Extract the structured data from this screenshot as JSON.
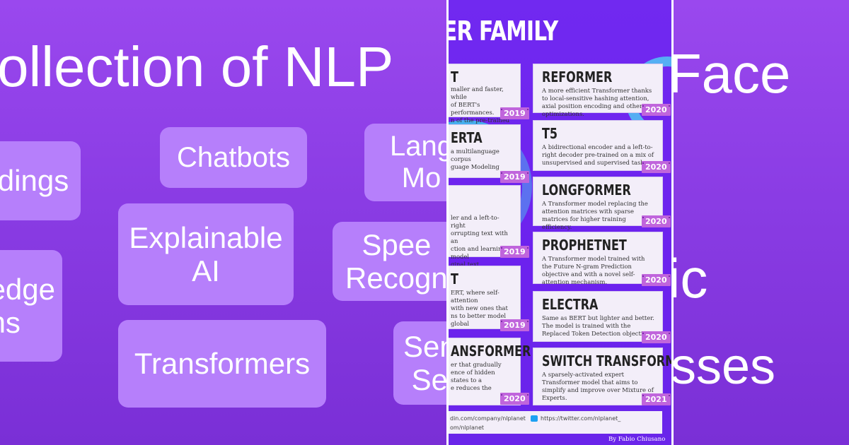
{
  "background": {
    "headline": "ollection of NLP",
    "right_fragments": [
      "Face",
      "ic",
      "sses"
    ],
    "pills": [
      "dings",
      "Chatbots",
      "Lang\nMo",
      "Explainable\nAI",
      "Spee\nRecogn",
      "edge\nhs",
      "Transformers",
      "Sen\nSe"
    ],
    "colors": {
      "background": "#8a3ce4",
      "pill": "#b67ffb"
    }
  },
  "infographic": {
    "title": "ER FAMILY",
    "left_cards": [
      {
        "title": "T",
        "desc": "maller and faster, while\nof BERT's performances.\nn of the pre-trained BERT",
        "year": "2019"
      },
      {
        "title": "ERTA",
        "desc": "a multilanguage corpus\nguage Modeling",
        "year": "2019"
      },
      {
        "title": "",
        "desc": "ler and a left-to-right\norrupting text with an\nction and learning a model\nginal text.",
        "year": "2019"
      },
      {
        "title": "T",
        "desc": "ERT, where self-attention\nwith new ones that\nns to better model global",
        "year": "2019"
      },
      {
        "title": "ANSFORMER",
        "desc": "er that gradually\nence of hidden states to a\ne reduces the",
        "year": "2020"
      }
    ],
    "right_cards": [
      {
        "title": "REFORMER",
        "desc": "A more efficient Transformer thanks to local-sensitive hashing attention, axial position encoding and other optimizations.",
        "year": "2020"
      },
      {
        "title": "T5",
        "desc": "A bidirectional encoder and a left-to-right decoder pre-trained on a mix of unsupervised and supervised tasks.",
        "year": "2020"
      },
      {
        "title": "LONGFORMER",
        "desc": "A Transformer model replacing the attention matrices with sparse matrices for higher training efficiency.",
        "year": "2020"
      },
      {
        "title": "PROPHETNET",
        "desc": "A Transformer model trained with the Future N-gram Prediction objective and with a novel self-attention mechanism.",
        "year": "2020"
      },
      {
        "title": "ELECTRA",
        "desc": "Same as BERT but lighter and better. The model is trained with the Replaced Token Detection objective.",
        "year": "2020"
      },
      {
        "title": "SWITCH TRANSFORMER",
        "desc": "A sparsely-activated expert Transformer model that aims to simplify and improve over Mixture of Experts.",
        "year": "2021"
      }
    ],
    "footer": {
      "linkedin": "din.com/company/nlplanet",
      "twitter": "https://twitter.com/nlplanet_",
      "site": "om/nlplanet",
      "twitter_icon": "twitter-icon"
    },
    "author": "By Fabio Chiusano",
    "colors": {
      "panel": "#6c22ee",
      "card": "#f3eef9",
      "badge": "#c065dc",
      "ring": "#4fd1f5"
    }
  }
}
